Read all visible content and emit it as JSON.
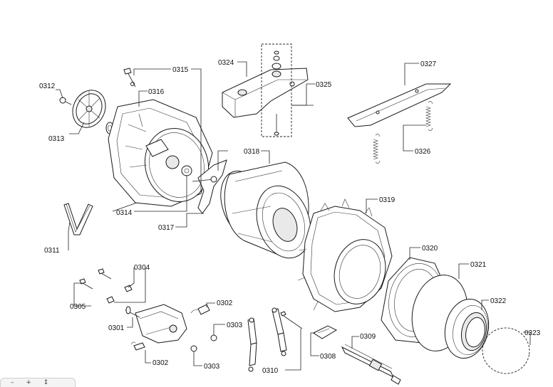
{
  "parts": {
    "p0302a": "0302",
    "p0302b": "0302",
    "p0303a": "0303",
    "p0303b": "0303",
    "p0304": "0304",
    "p0305": "0305",
    "p0308": "0308",
    "p0309": "0309",
    "p0310": "0310",
    "p0311": "0311",
    "p0312": "0312",
    "p0313": "0313",
    "p0314": "0314",
    "p0315": "0315",
    "p0316": "0316",
    "p0317": "0317",
    "p0318": "0318",
    "p0319": "0319",
    "p0320": "0320",
    "p0321": "0321",
    "p0322": "0322",
    "p0323": "0323",
    "p0324": "0324",
    "p0325": "0325",
    "p0326": "0326",
    "p0327": "0327"
  },
  "toolbar": {
    "icons": [
      "zoom-out-icon",
      "zoom-in-icon",
      "pan-icon"
    ]
  }
}
